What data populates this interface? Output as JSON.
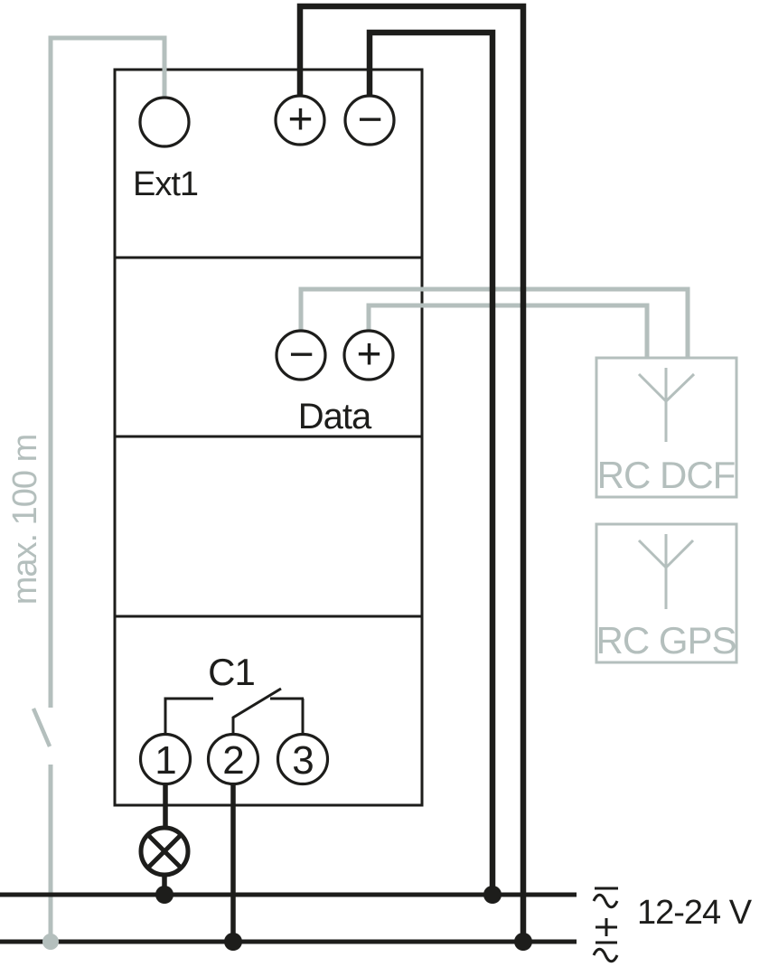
{
  "diagram_type": "device-wiring-connection-diagram",
  "device": {
    "terminals": {
      "ext1_label": "Ext1",
      "power_plus": "+",
      "power_minus": "−",
      "data_minus": "−",
      "data_plus": "+",
      "data_label": "Data"
    },
    "relay": {
      "label": "C1",
      "contacts": [
        "1",
        "2",
        "3"
      ]
    }
  },
  "receivers": [
    {
      "label": "RC DCF",
      "icon": "antenna-icon"
    },
    {
      "label": "RC GPS",
      "icon": "antenna-icon"
    }
  ],
  "annotations": {
    "max_cable_length": "max. 100 m",
    "supply_voltage": "12-24 V"
  },
  "icons": {
    "switch": "switch-contact-icon",
    "lamp": "lamp-icon",
    "bus_top_symbol": "minus-or-ac-icon",
    "bus_bottom_symbol": "plus-minus-or-ac-icon"
  },
  "colors": {
    "wire_black": "#1d1d1b",
    "wire_gray": "#b4bfbd"
  }
}
